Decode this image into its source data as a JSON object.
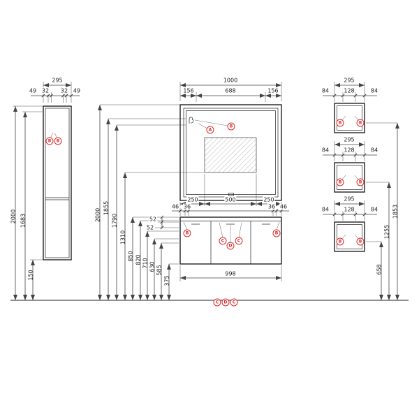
{
  "colors": {
    "object_line": "#222222",
    "dimension_line": "#444444",
    "marker_red": "#d92b2b",
    "hatch_gray": "#9a9a9a",
    "background": "#ffffff"
  },
  "left_cabinet": {
    "width_label": "295",
    "sub_dims": [
      "49",
      "32",
      "32",
      "49"
    ],
    "height_label": "2000",
    "body_height_label": "1683",
    "floor_gap_label": "150",
    "markers": [
      "B",
      "B"
    ]
  },
  "mirror": {
    "width_label": "1000",
    "top_sub_dims": [
      "156",
      "688",
      "156"
    ],
    "bottom_sub_dims": [
      "250",
      "500",
      "250"
    ],
    "markers": [
      "A",
      "B"
    ]
  },
  "vanity": {
    "top_sub_dims": [
      "46",
      "36",
      "36",
      "46"
    ],
    "thickness_dims": [
      "52",
      "52"
    ],
    "width_label": "998",
    "markers": [
      "B",
      "C",
      "D",
      "C",
      "B"
    ]
  },
  "height_dims": [
    "2000",
    "1855",
    "1790",
    "1310",
    "850",
    "820",
    "710",
    "630",
    "585",
    "375"
  ],
  "right_cabinets": [
    {
      "width_label": "295",
      "sub_dims": [
        "84",
        "128",
        "84"
      ],
      "markers": [
        "B",
        "B"
      ]
    },
    {
      "width_label": "295",
      "sub_dims": [
        "84",
        "128",
        "84"
      ],
      "markers": [
        "B",
        "B"
      ]
    },
    {
      "width_label": "295",
      "sub_dims": [
        "84",
        "128",
        "84"
      ],
      "markers": [
        "B",
        "B"
      ]
    }
  ],
  "right_height_dims": [
    "658",
    "1255",
    "1853"
  ],
  "floor_markers": [
    "C",
    "D",
    "C"
  ]
}
